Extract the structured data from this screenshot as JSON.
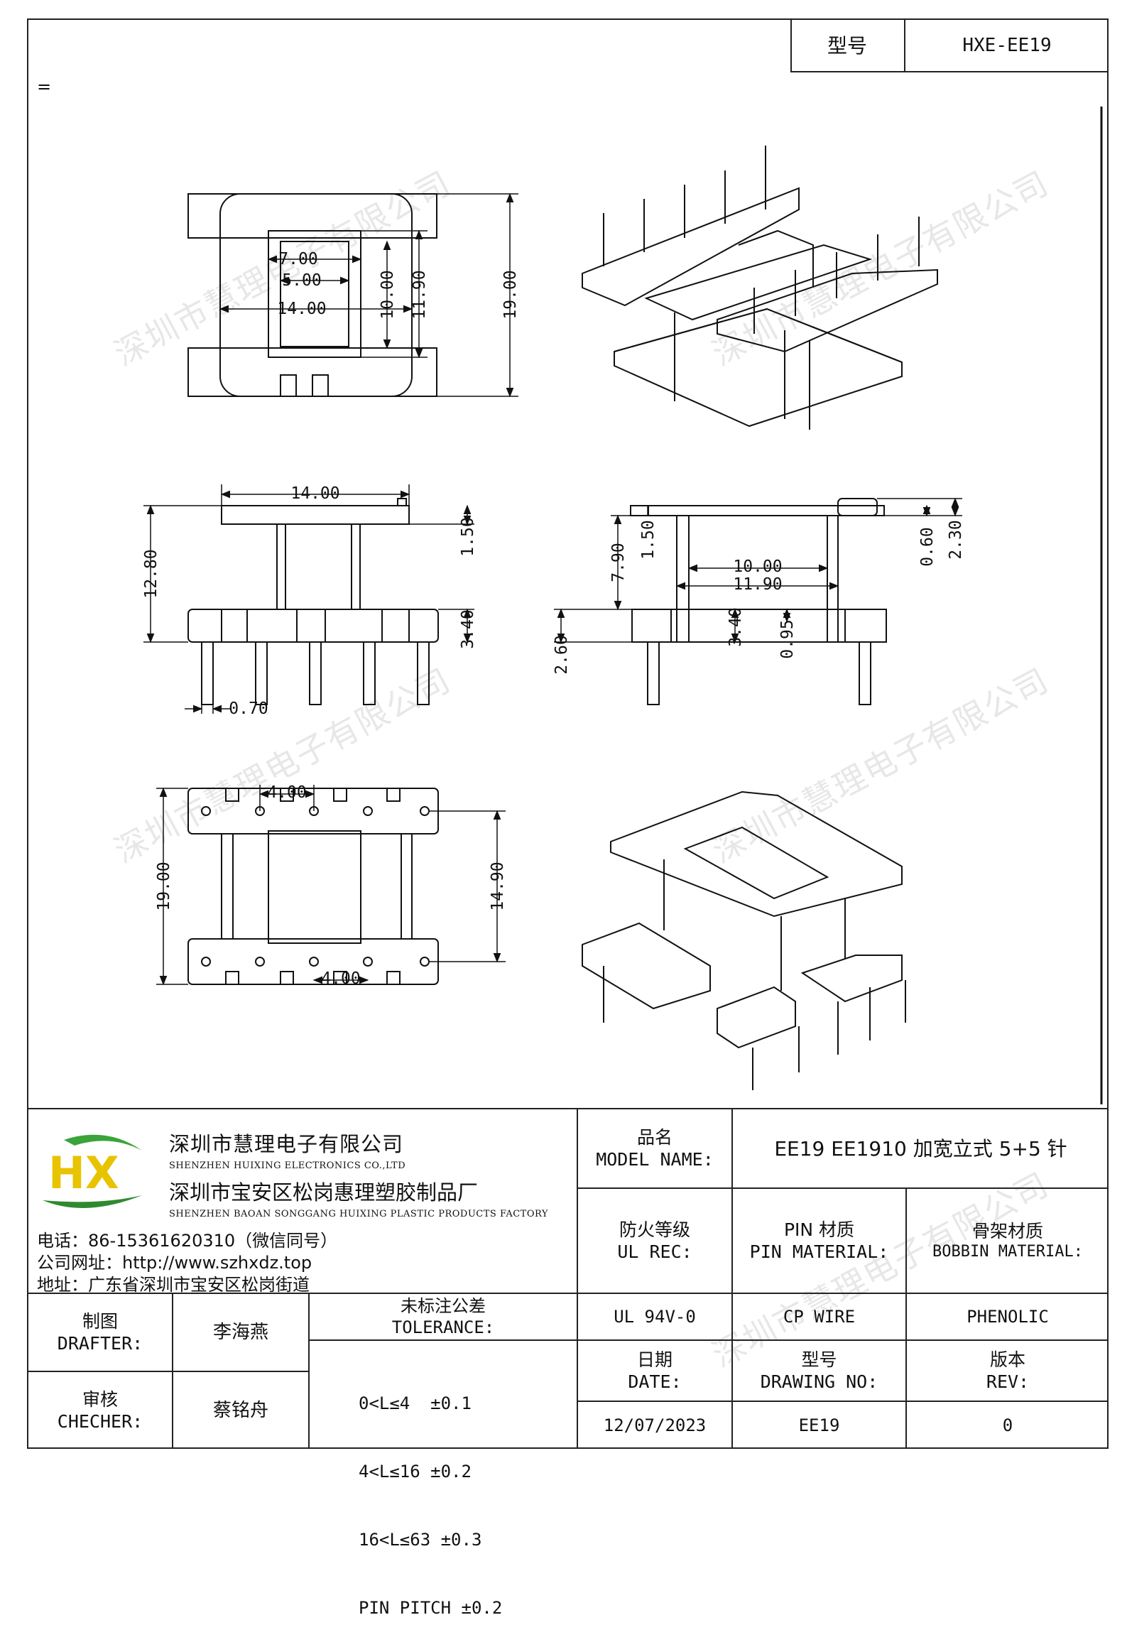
{
  "header": {
    "type_label": "型号",
    "type_value": "HXE-EE19",
    "note_mark": "="
  },
  "watermark_text": "深圳市慧理电子有限公司",
  "dimensions": {
    "top_view": [
      "7.00",
      "5.00",
      "14.00",
      "10.00",
      "11.90",
      "19.00"
    ],
    "front_view": [
      "14.00",
      "12.80",
      "1.50",
      "3.40",
      "0.70"
    ],
    "side_view": [
      "7.90",
      "1.50",
      "10.00",
      "11.90",
      "0.60",
      "2.30",
      "3.40",
      "0.95",
      "2.60"
    ],
    "bottom_view": [
      "4.00",
      "19.00",
      "14.90",
      "4.00"
    ]
  },
  "company": {
    "logo_letters": "HX",
    "name_cn_1": "深圳市慧理电子有限公司",
    "name_en_1": "SHENZHEN HUIXING ELECTRONICS CO.,LTD",
    "name_cn_2": "深圳市宝安区松岗惠理塑胶制品厂",
    "name_en_2": "SHENZHEN BAOAN SONGGANG HUIXING PLASTIC PRODUCTS FACTORY",
    "phone": "电话：86-15361620310（微信同号）",
    "website": "公司网址：http://www.szhxdz.top",
    "address": "地址：广东省深圳市宝安区松岗街道"
  },
  "title_block": {
    "model_name_cn": "品名",
    "model_name_en": "MODEL NAME:",
    "model_name_value": "EE19 EE1910 加宽立式 5+5 针",
    "ul_cn": "防火等级",
    "ul_en": "UL REC:",
    "pin_cn": "PIN 材质",
    "pin_en": "PIN MATERIAL:",
    "bobbin_cn": "骨架材质",
    "bobbin_en": "BOBBIN MATERIAL:",
    "ul_value": "UL 94V-0",
    "pin_value": "CP WIRE",
    "bobbin_value": "PHENOLIC",
    "date_cn": "日期",
    "date_en": "DATE:",
    "drawing_no_cn": "型号",
    "drawing_no_en": "DRAWING NO:",
    "rev_cn": "版本",
    "rev_en": "REV:",
    "date_value": "12/07/2023",
    "drawing_no_value": "EE19",
    "rev_value": "0",
    "drafter_cn": "制图",
    "drafter_en": "DRAFTER:",
    "drafter_name": "李海燕",
    "checker_cn": "审核",
    "checker_en": "CHECHER:",
    "checker_name": "蔡铭舟",
    "tolerance_cn": "未标注公差",
    "tolerance_en": "TOLERANCE:",
    "tolerance_lines": [
      "0<L≤4  ±0.1",
      "4<L≤16 ±0.2",
      "16<L≤63 ±0.3",
      "PIN PITCH ±0.2"
    ]
  }
}
